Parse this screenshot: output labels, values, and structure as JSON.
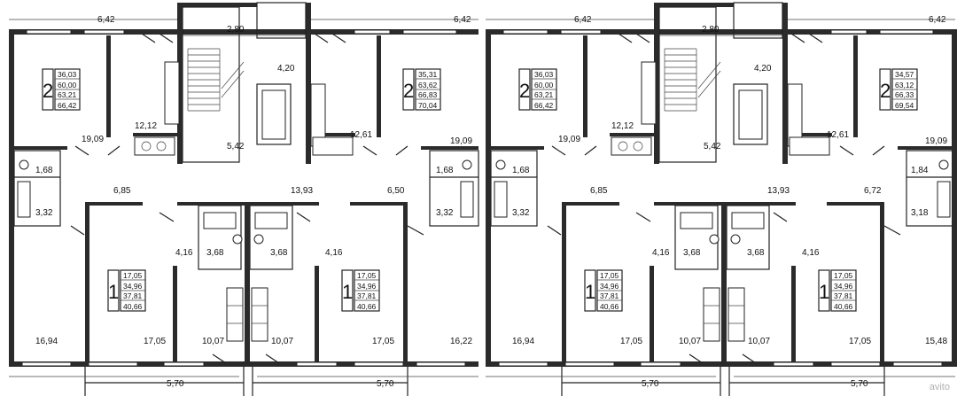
{
  "top_dims": {
    "left_a": "6,42",
    "right_a": "6,42",
    "left_b": "6,42",
    "right_b": "6,42",
    "stair_a": "2,80",
    "stair_b": "2,80"
  },
  "bottom_dims": [
    "5,70",
    "5,70",
    "5,70",
    "5,70"
  ],
  "two_room": [
    {
      "rooms": "2",
      "values": [
        "36,03",
        "60,00",
        "63,21",
        "66,42"
      ]
    },
    {
      "rooms": "2",
      "values": [
        "35,31",
        "63,62",
        "66,83",
        "70,04"
      ]
    },
    {
      "rooms": "2",
      "values": [
        "36,03",
        "60,00",
        "63,21",
        "66,42"
      ]
    },
    {
      "rooms": "2",
      "values": [
        "34,57",
        "63,12",
        "66,33",
        "69,54"
      ]
    }
  ],
  "one_room": [
    {
      "rooms": "1",
      "values": [
        "17,05",
        "34,96",
        "37,81",
        "40,66"
      ]
    },
    {
      "rooms": "1",
      "values": [
        "17,05",
        "34,96",
        "37,81",
        "40,66"
      ]
    },
    {
      "rooms": "1",
      "values": [
        "17,05",
        "34,96",
        "37,81",
        "40,66"
      ]
    },
    {
      "rooms": "1",
      "values": [
        "17,05",
        "34,96",
        "37,81",
        "40,66"
      ]
    }
  ],
  "areas_a": {
    "r1": "19,09",
    "k1": "12,12",
    "hall_stair": "4,20",
    "hall_small": "5,42",
    "k2": "12,61",
    "r2": "19,09",
    "wc1": "1,68",
    "bath1": "3,32",
    "hall1": "6,85",
    "corr": "13,93",
    "hall2": "6,50",
    "wc2": "1,68",
    "bath2": "3,32",
    "h3": "4,16",
    "b3": "3,68",
    "b4": "3,68",
    "h4": "4,16",
    "lr1": "16,94",
    "lr2": "17,05",
    "lk1": "10,07",
    "lk2": "10,07",
    "lr3": "17,05",
    "lr4": "16,22"
  },
  "areas_b": {
    "r1": "19,09",
    "k1": "12,12",
    "hall_stair": "4,20",
    "hall_small": "5,42",
    "k2": "12,61",
    "r2": "19,09",
    "wc1": "1,68",
    "bath1": "3,32",
    "hall1": "6,85",
    "corr": "13,93",
    "hall2": "6,72",
    "wc2": "1,84",
    "bath2": "3,18",
    "h3": "4,16",
    "b3": "3,68",
    "b4": "3,68",
    "h4": "4,16",
    "lr1": "16,94",
    "lr2": "17,05",
    "lk1": "10,07",
    "lk2": "10,07",
    "lr3": "17,05",
    "lr4": "15,48"
  },
  "watermark": "avito"
}
